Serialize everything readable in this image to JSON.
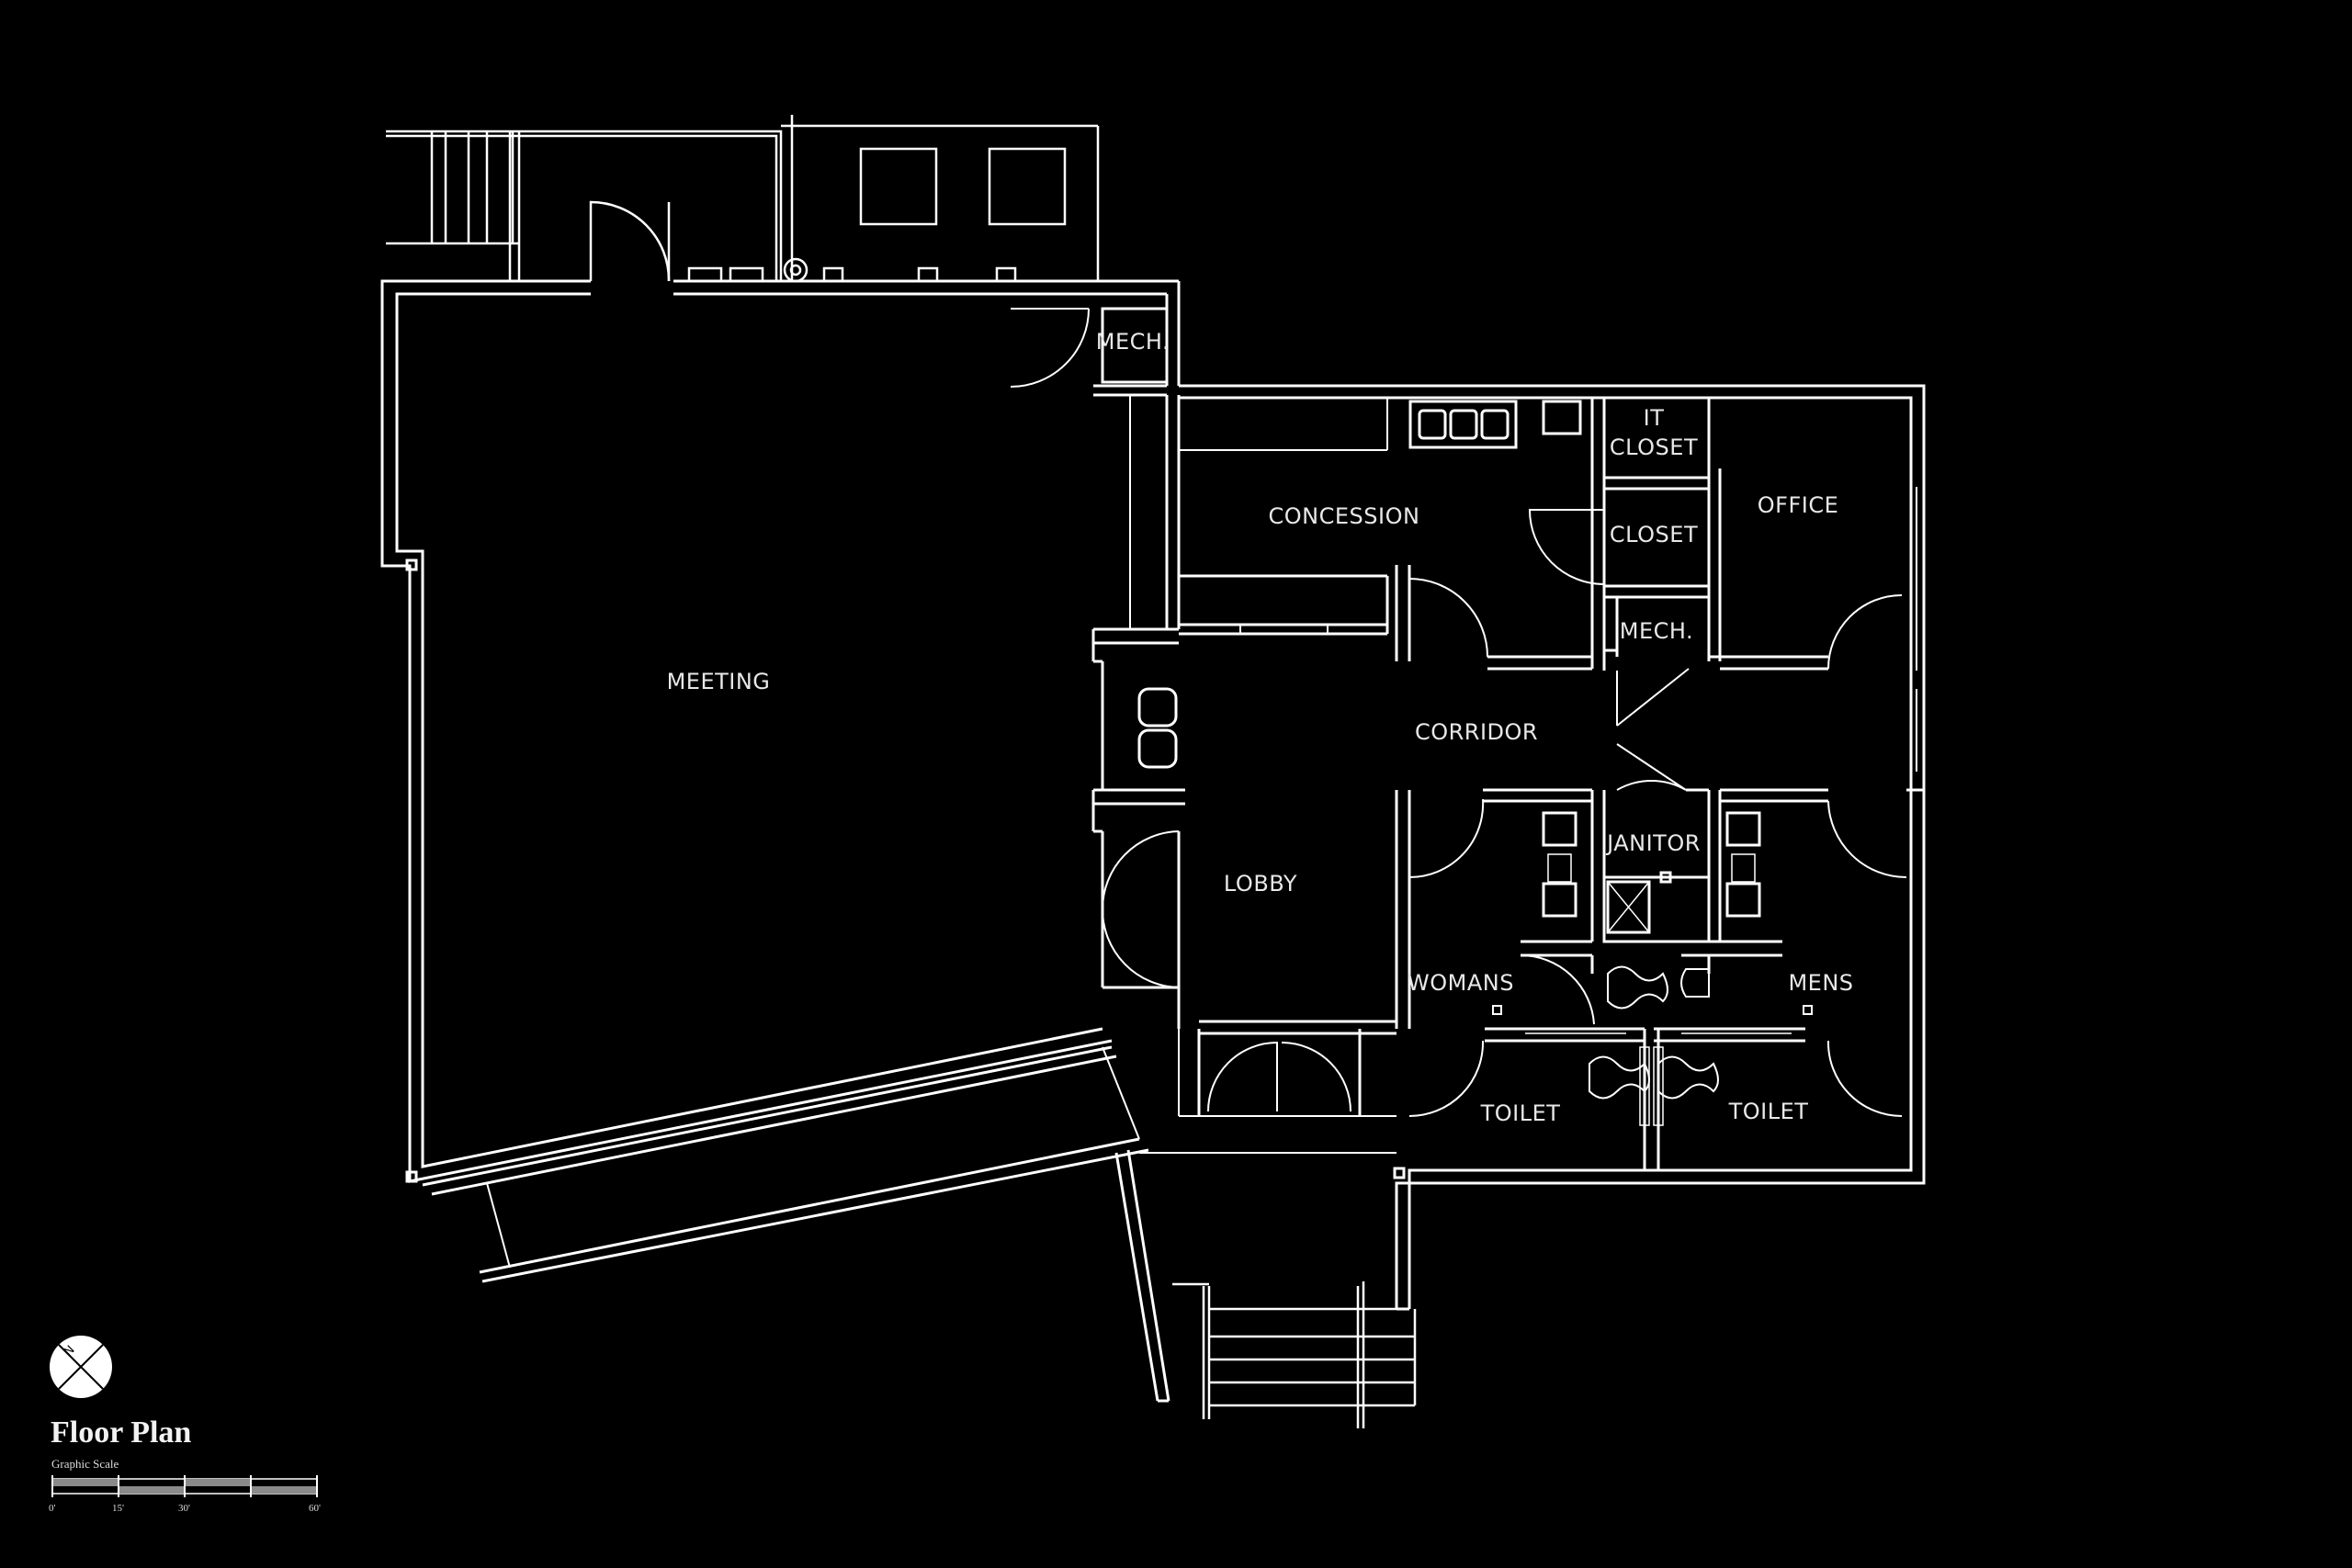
{
  "title": "Floor Plan",
  "scale": {
    "label": "Graphic Scale",
    "ticks": [
      "0'",
      "15'",
      "30'",
      "60'"
    ]
  },
  "rooms": {
    "meeting": "MEETING",
    "mech_top": "MECH.",
    "concession": "CONCESSION",
    "it_closet_1": "IT",
    "it_closet_2": "CLOSET",
    "closet": "CLOSET",
    "office": "OFFICE",
    "mech_small": "MECH.",
    "corridor": "CORRIDOR",
    "lobby": "LOBBY",
    "janitor": "JANITOR",
    "womans": "WOMANS",
    "mens": "MENS",
    "toilet_left": "TOILET",
    "toilet_right": "TOILET"
  },
  "north_arrow": "N",
  "colors": {
    "background": "#000000",
    "linework": "#ffffff"
  }
}
